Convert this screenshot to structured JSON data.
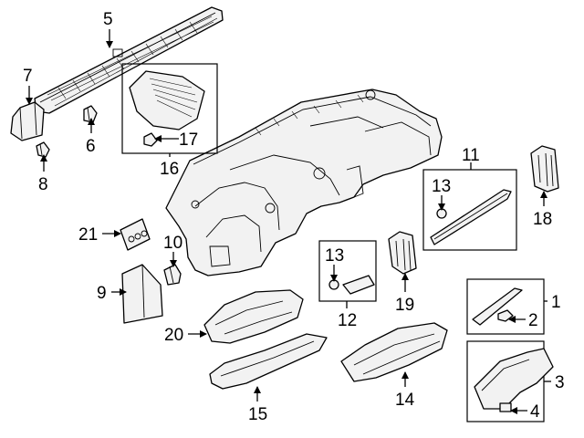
{
  "callouts": [
    {
      "id": "c1",
      "label": "1"
    },
    {
      "id": "c2",
      "label": "2"
    },
    {
      "id": "c3",
      "label": "3"
    },
    {
      "id": "c4",
      "label": "4"
    },
    {
      "id": "c5",
      "label": "5"
    },
    {
      "id": "c6",
      "label": "6"
    },
    {
      "id": "c7",
      "label": "7"
    },
    {
      "id": "c8",
      "label": "8"
    },
    {
      "id": "c9",
      "label": "9"
    },
    {
      "id": "c10",
      "label": "10"
    },
    {
      "id": "c11",
      "label": "11"
    },
    {
      "id": "c12",
      "label": "12"
    },
    {
      "id": "c13a",
      "label": "13"
    },
    {
      "id": "c13b",
      "label": "13"
    },
    {
      "id": "c14",
      "label": "14"
    },
    {
      "id": "c15",
      "label": "15"
    },
    {
      "id": "c16",
      "label": "16"
    },
    {
      "id": "c17",
      "label": "17"
    },
    {
      "id": "c18",
      "label": "18"
    },
    {
      "id": "c19",
      "label": "19"
    },
    {
      "id": "c20",
      "label": "20"
    },
    {
      "id": "c21",
      "label": "21"
    }
  ]
}
